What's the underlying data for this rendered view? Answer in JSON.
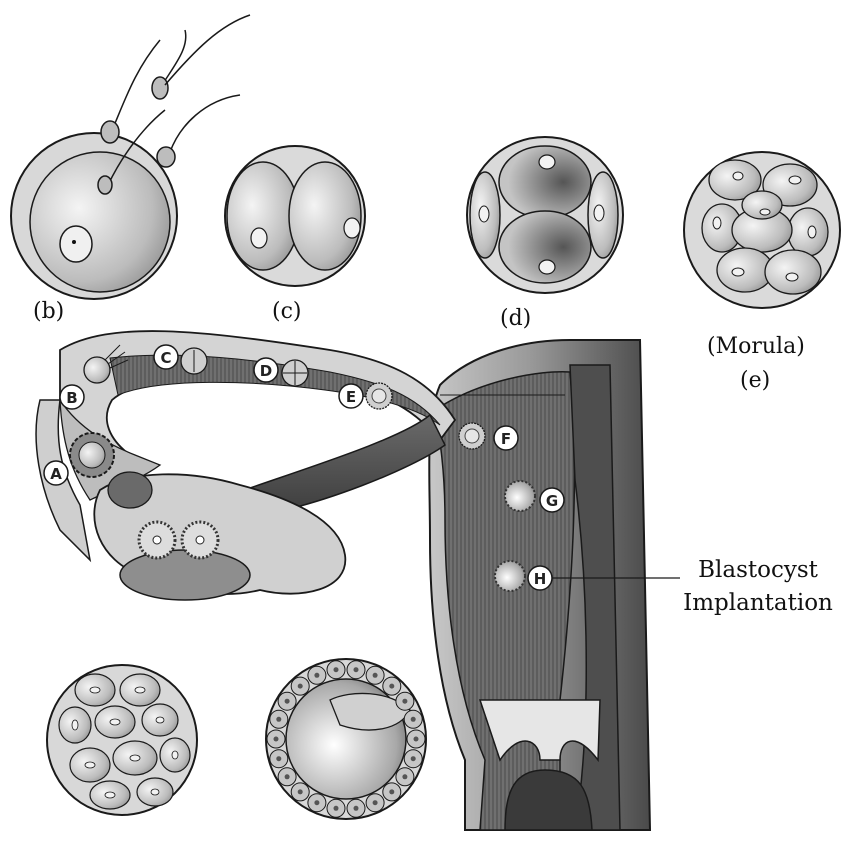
{
  "stage_labels": {
    "b": "(b)",
    "c": "(c)",
    "d": "(d)",
    "e_name": "(Morula)",
    "e": "(e)"
  },
  "markers": {
    "A": "A",
    "B": "B",
    "C": "C",
    "D": "D",
    "E": "E",
    "F": "F",
    "G": "G",
    "H": "H"
  },
  "callout": {
    "line1": "Blastocyst",
    "line2": "Implantation"
  },
  "colors": {
    "outline": "#1a1a1a",
    "tube_dark": "#5a5a5a",
    "tube_light": "#9a9a9a",
    "uterus_wall": "#8a8a8a",
    "uterus_cavity": "#6a6a6a",
    "cell_light": "#dcdcdc",
    "zona": "#c8c8c8"
  }
}
